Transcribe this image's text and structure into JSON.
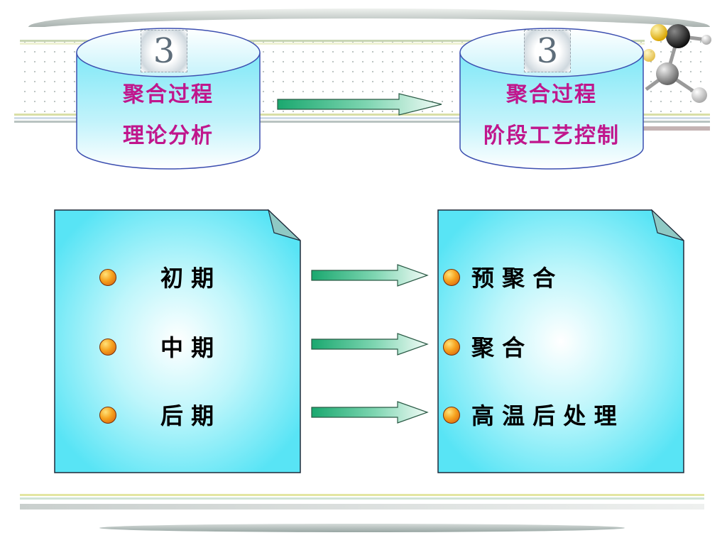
{
  "top": {
    "left": {
      "number": "3",
      "line1": "聚合过程",
      "line2": "理论分析"
    },
    "right": {
      "number": "3",
      "line1": "聚合过程",
      "line2": "阶段工艺控制"
    }
  },
  "left_box": {
    "items": [
      "初 期",
      "中 期",
      "后 期"
    ]
  },
  "right_box": {
    "items": [
      "预 聚 合",
      "聚 合",
      "高 温 后 处 理"
    ]
  },
  "colors": {
    "title_text": "#c0168c",
    "note_fill": "#5fe6f5",
    "arrow_fill": "#21b27a"
  }
}
